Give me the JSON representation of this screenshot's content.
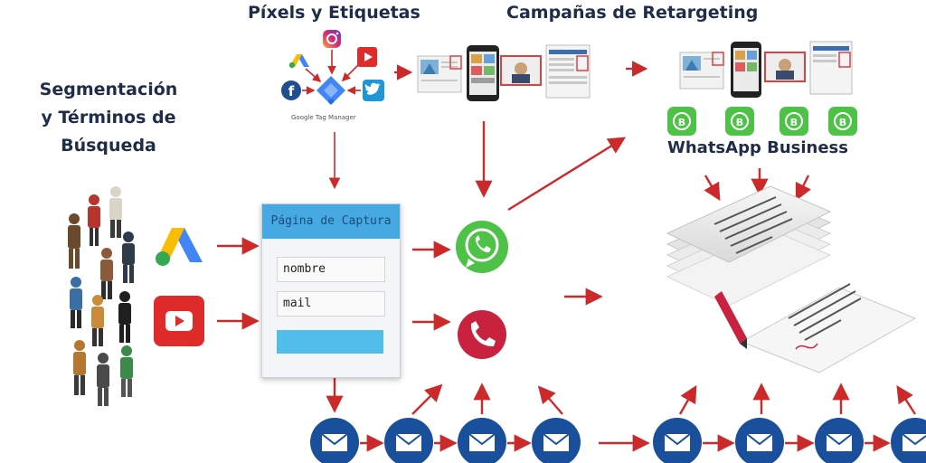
{
  "titles": {
    "pixels": "Píxels y Etiquetas",
    "retargeting": "Campañas de Retargeting",
    "segmentation": [
      "Segmentación",
      "y Términos de",
      "Búsqueda"
    ]
  },
  "gtm_caption": "Google Tag Manager",
  "capture_page": {
    "header": "Página de Captura",
    "fields": [
      "nombre",
      "mail"
    ]
  },
  "whatsapp_business_label": "WhatsApp Business",
  "colors": {
    "arrow": "#cc2a2a",
    "title_text": "#1f2d4a",
    "capture_header": "#46a9e1",
    "whatsapp_green": "#4dc247",
    "phone_red": "#c8223f",
    "email_blue": "#1a4f9c",
    "youtube_red": "#e02b2b"
  },
  "icons": {
    "ads": "google-ads-icon",
    "youtube": "youtube-icon",
    "whatsapp": "whatsapp-icon",
    "phone": "phone-icon",
    "email": "envelope-icon",
    "documents": "documents-contract-icon",
    "pen": "pen-icon",
    "people": "people-group-icon"
  }
}
